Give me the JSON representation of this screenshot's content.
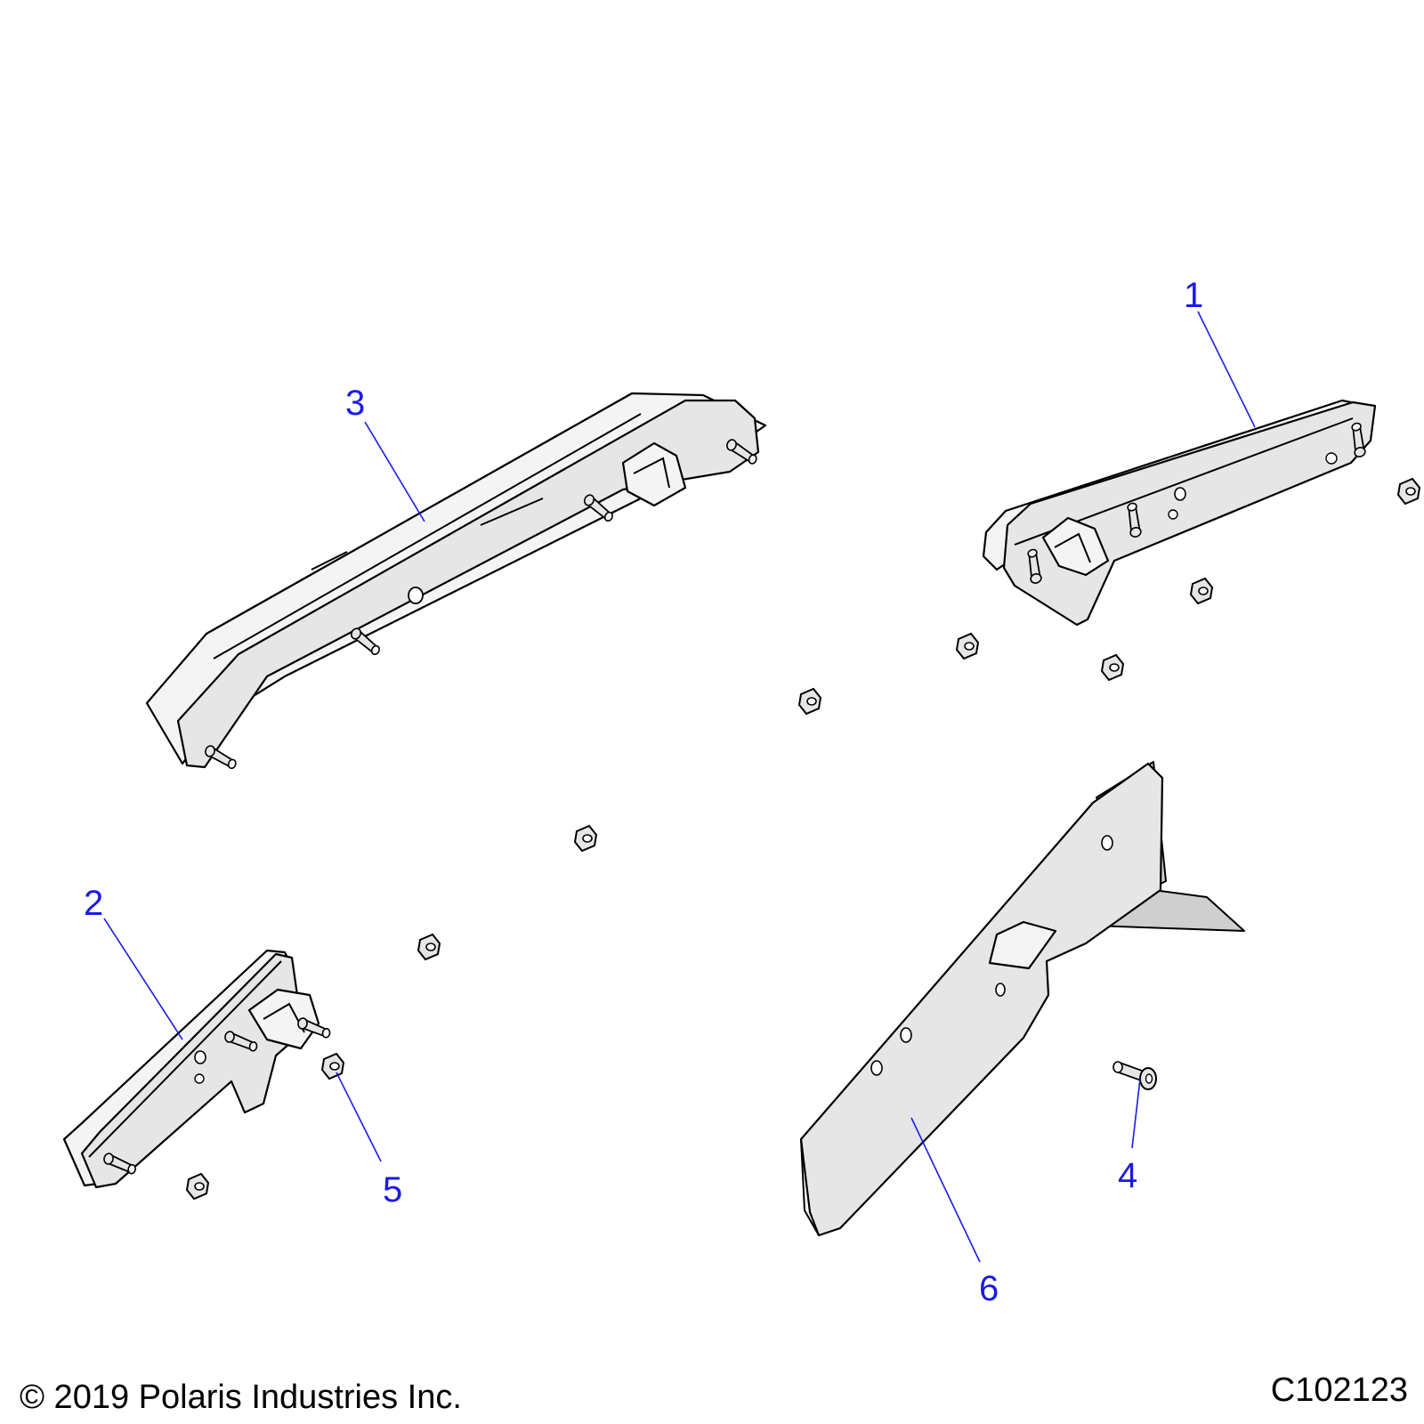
{
  "callouts": [
    {
      "num": "1",
      "part": "tail-light-right"
    },
    {
      "num": "2",
      "part": "tail-light-small"
    },
    {
      "num": "3",
      "part": "tail-light-left"
    },
    {
      "num": "4",
      "part": "screw"
    },
    {
      "num": "5",
      "part": "nut"
    },
    {
      "num": "6",
      "part": "bracket"
    }
  ],
  "footer": {
    "copyright": "© 2019 Polaris Industries Inc.",
    "figure_id": "C102123"
  }
}
